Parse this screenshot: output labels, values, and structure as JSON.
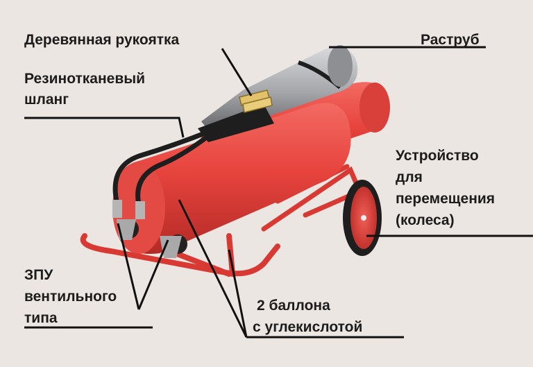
{
  "labels": {
    "wooden_handle": "Деревянная рукоятка",
    "horn": "Раструб",
    "hose": [
      "Резинотканевый",
      "шланг"
    ],
    "mover": [
      "Устройство",
      "для",
      "перемещения",
      "(колеса)"
    ],
    "valve": [
      "ЗПУ",
      "вентильного",
      "типа"
    ],
    "cylinders": [
      "2 баллона",
      "с углекислотой"
    ]
  },
  "colors": {
    "background": "#ece6e2",
    "cylinder": "#e8443e",
    "frame": "#d83a33",
    "horn": "#9ea0a4",
    "hose": "#1e1e1e",
    "leader": "#111111",
    "text": "#1c1c1c"
  }
}
